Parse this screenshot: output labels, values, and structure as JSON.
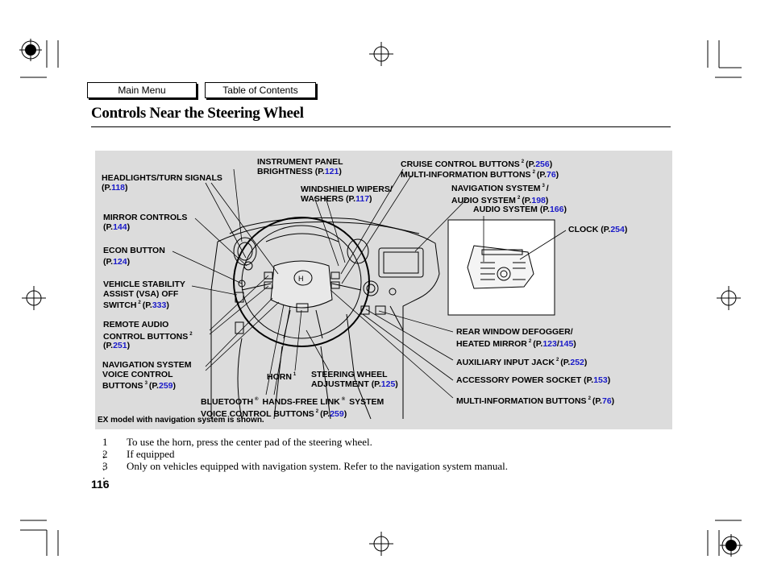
{
  "nav": {
    "main_menu": "Main Menu",
    "toc": "Table of Contents"
  },
  "title": "Controls Near the Steering Wheel",
  "labels": {
    "headlights": {
      "l1": "HEADLIGHTS/TURN SIGNALS",
      "pre": "(P.",
      "page": "118",
      "post": ")"
    },
    "mirror": {
      "l1": "MIRROR CONTROLS",
      "pre": "(P.",
      "page": "144",
      "post": ")"
    },
    "econ": {
      "l1": "ECON BUTTON",
      "pre": "(P.",
      "page": "124",
      "post": ")"
    },
    "vsa": {
      "l1": "VEHICLE STABILITY",
      "l2": "ASSIST (VSA) OFF",
      "l3": "SWITCH",
      "sup": "2",
      "pre": "(P.",
      "page": "333",
      "post": ")"
    },
    "remote_audio": {
      "l1": "REMOTE AUDIO",
      "l2": "CONTROL BUTTONS",
      "sup": "2",
      "pre": "(P.",
      "page": "251",
      "post": ")"
    },
    "nav_voice": {
      "l1": "NAVIGATION SYSTEM",
      "l2": "VOICE CONTROL",
      "l3": "BUTTONS",
      "sup": "3",
      "pre": "(P.",
      "page": "259",
      "post": ")"
    },
    "instrument": {
      "l1": "INSTRUMENT PANEL",
      "l2": "BRIGHTNESS",
      "pre": "(P.",
      "page": "121",
      "post": ")"
    },
    "wipers": {
      "l1": "WINDSHIELD WIPERS/",
      "l2": "WASHERS",
      "pre": "(P.",
      "page": "117",
      "post": ")"
    },
    "cruise": {
      "l1": "CRUISE CONTROL BUTTONS",
      "sup": "2",
      "pre": "(P.",
      "page": "256",
      "post": ")"
    },
    "mid_top": {
      "l1": "MULTI-INFORMATION BUTTONS",
      "sup": "2",
      "pre": "(P.",
      "page": "76",
      "post": ")"
    },
    "nav_audio": {
      "l1": "NAVIGATION SYSTEM",
      "sup1": "3",
      "slash": "/",
      "l2": "AUDIO SYSTEM",
      "sup": "2",
      "pre": "(P.",
      "page": "198",
      "post": ")"
    },
    "audio": {
      "l1": "AUDIO SYSTEM",
      "pre": "(P.",
      "page": "166",
      "post": ")"
    },
    "clock": {
      "l1": "CLOCK",
      "pre": "(P.",
      "page": "254",
      "post": ")"
    },
    "defogger": {
      "l1": "REAR WINDOW DEFOGGER/",
      "l2": "HEATED MIRROR",
      "sup": "2",
      "pre": "(P.",
      "page": "123",
      "mid": "/",
      "page2": "145",
      "post": ")"
    },
    "aux": {
      "l1": "AUXILIARY INPUT JACK",
      "sup": "2",
      "pre": "(P.",
      "page": "252",
      "post": ")"
    },
    "accessory": {
      "l1": "ACCESSORY POWER SOCKET",
      "pre": "(P.",
      "page": "153",
      "post": ")"
    },
    "mid_bottom": {
      "l1": "MULTI-INFORMATION BUTTONS",
      "sup": "2",
      "pre": "(P.",
      "page": "76",
      "post": ")"
    },
    "horn": {
      "l1": "HORN",
      "sup": "1"
    },
    "steering": {
      "l1": "STEERING WHEEL",
      "l2": "ADJUSTMENT",
      "pre": "(P.",
      "page": "125",
      "post": ")"
    },
    "bluetooth": {
      "l1a": "BLUETOOTH",
      "reg": "®",
      "l1b": " HANDS-FREE LINK",
      "l1c": " SYSTEM",
      "l2": "VOICE CONTROL BUTTONS",
      "sup": "2",
      "pre": "(P.",
      "page": "259",
      "post": ")"
    },
    "caption": "EX model with navigation system is shown."
  },
  "footnotes": [
    {
      "n": "1 :",
      "text": "To use the horn, press the center pad of the steering wheel."
    },
    {
      "n": "2 :",
      "text": "If equipped"
    },
    {
      "n": "3 :",
      "text": "Only on vehicles equipped with navigation system. Refer to the navigation system manual."
    }
  ],
  "page_number": "116",
  "colors": {
    "link": "#1a1ac8",
    "panel": "#dcdcdc"
  }
}
